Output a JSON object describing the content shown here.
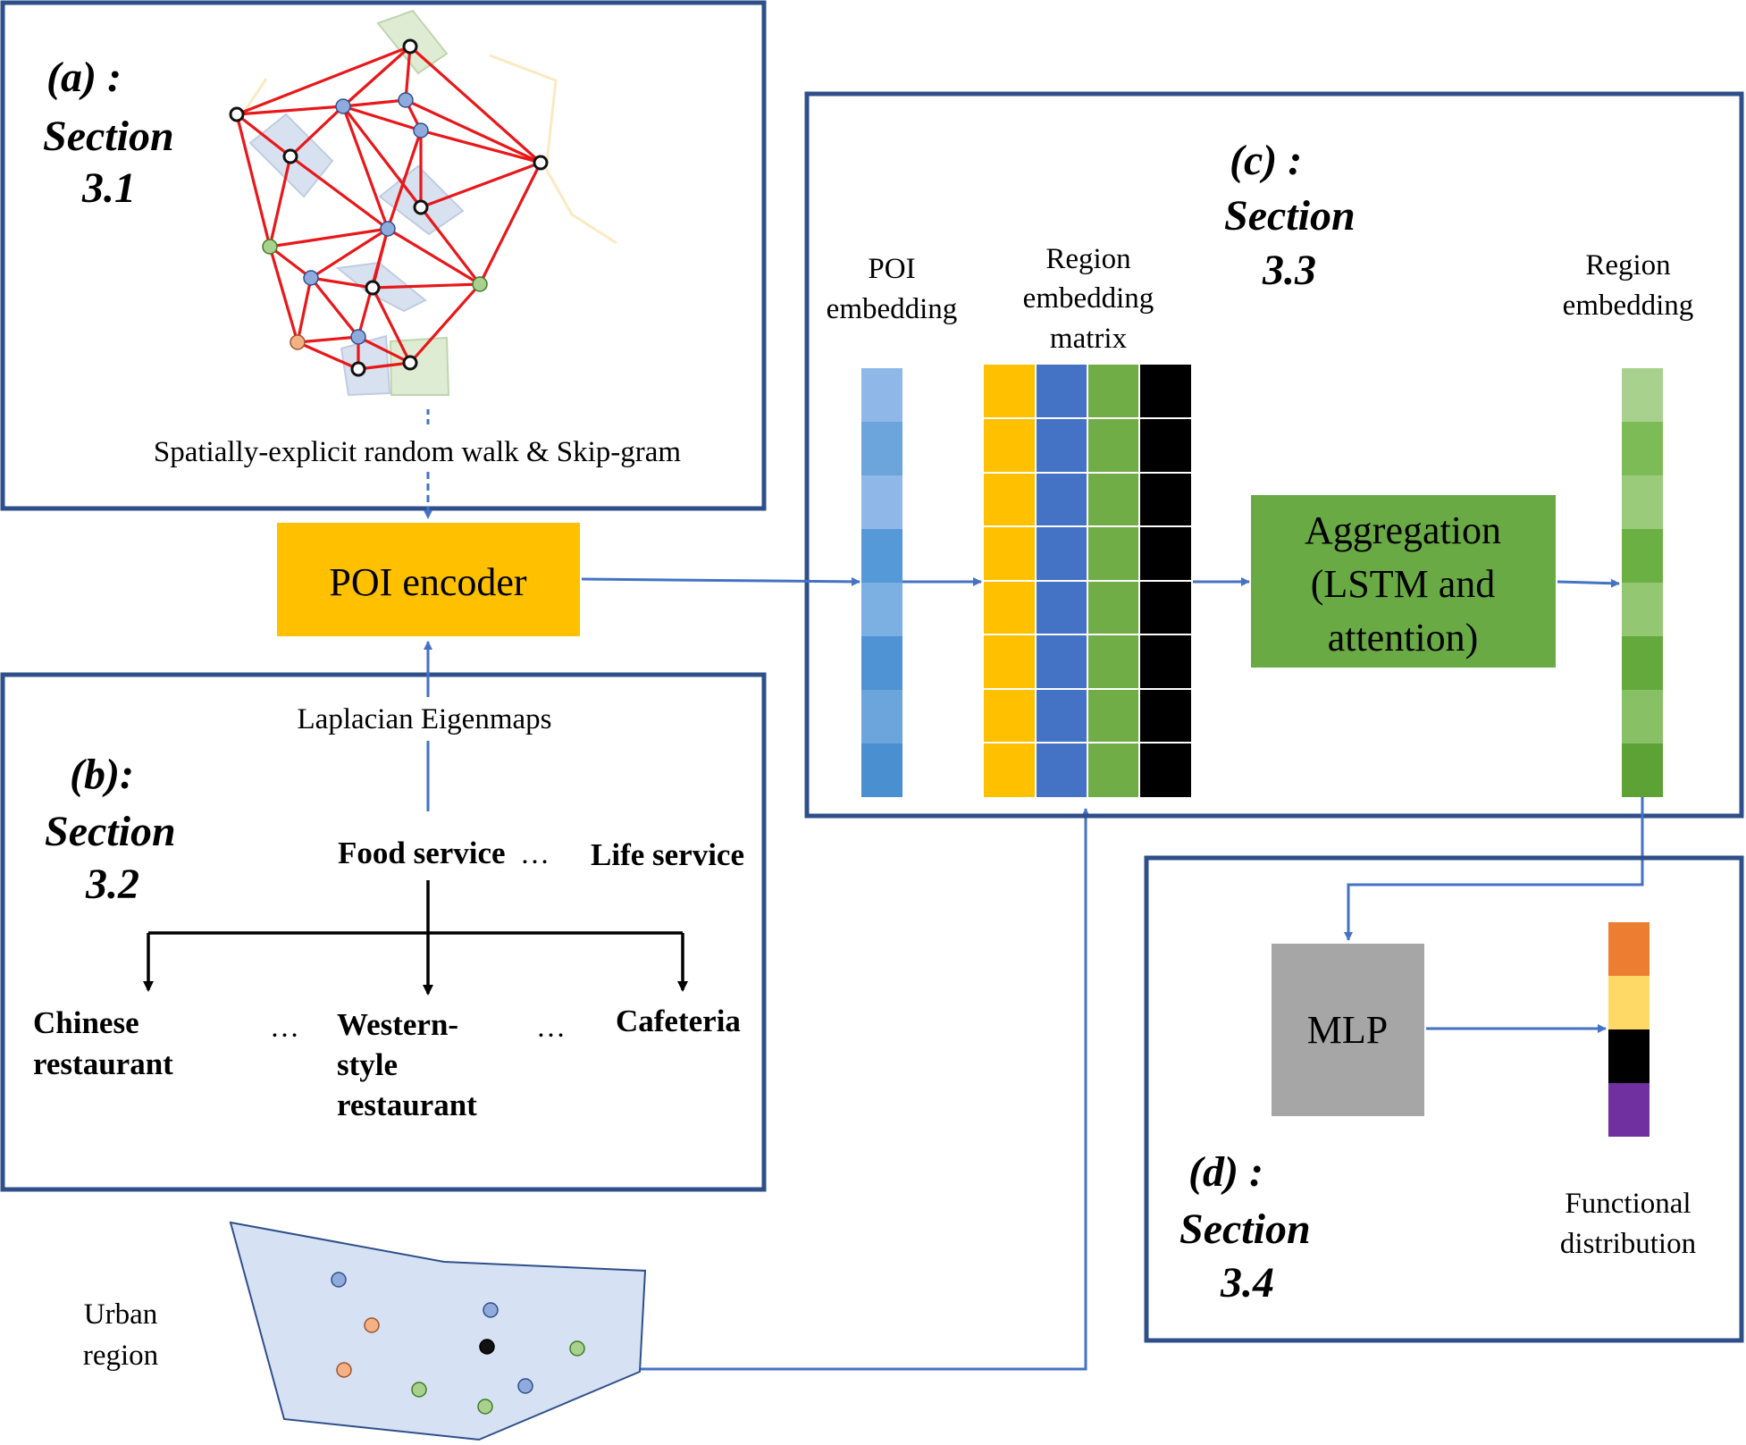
{
  "panel_a": {
    "heading": "(a) :",
    "section_word": "Section",
    "section_num": "3.1",
    "method_label": "Spatially-explicit random walk & Skip-gram"
  },
  "poi_encoder": {
    "label": "POI encoder"
  },
  "panel_b": {
    "heading": "(b):",
    "section_word": "Section",
    "section_num": "3.2",
    "method_label": "Laplacian Eigenmaps",
    "food_service": "Food service",
    "ellipsis": "…",
    "life_service": "Life service",
    "chinese_line1": "Chinese",
    "chinese_line2": "restaurant",
    "western_line1": "Western-",
    "western_line2": "style",
    "western_line3": "restaurant",
    "cafeteria": "Cafeteria"
  },
  "panel_c": {
    "heading": "(c) :",
    "section_word": "Section",
    "section_num": "3.3",
    "poi_embedding_line1": "POI",
    "poi_embedding_line2": "embedding",
    "matrix_line1": "Region",
    "matrix_line2": "embedding",
    "matrix_line3": "matrix",
    "region_embedding_line1": "Region",
    "region_embedding_line2": "embedding",
    "aggregation_line1": "Aggregation",
    "aggregation_line2": "(LSTM and",
    "aggregation_line3": "attention)"
  },
  "panel_d": {
    "heading": "(d) :",
    "section_word": "Section",
    "section_num": "3.4",
    "mlp_label": "MLP",
    "output_line1": "Functional",
    "output_line2": "distribution"
  },
  "urban_region": {
    "line1": "Urban",
    "line2": "region"
  },
  "colors": {
    "panel_border": "#2F4F8A",
    "arrow": "#4472C4",
    "encoder_fill": "#FFC000",
    "aggregation_fill": "#6AAA45",
    "mlp_fill": "#A6A6A6",
    "graph_edge": "#E8171A",
    "region_fill": "#D6E2F3",
    "matrix_columns": [
      "#FFC000",
      "#4472C4",
      "#70AD47",
      "#000000"
    ],
    "distribution": [
      "#ED7D31",
      "#FFD966",
      "#000000",
      "#7030A0"
    ]
  }
}
